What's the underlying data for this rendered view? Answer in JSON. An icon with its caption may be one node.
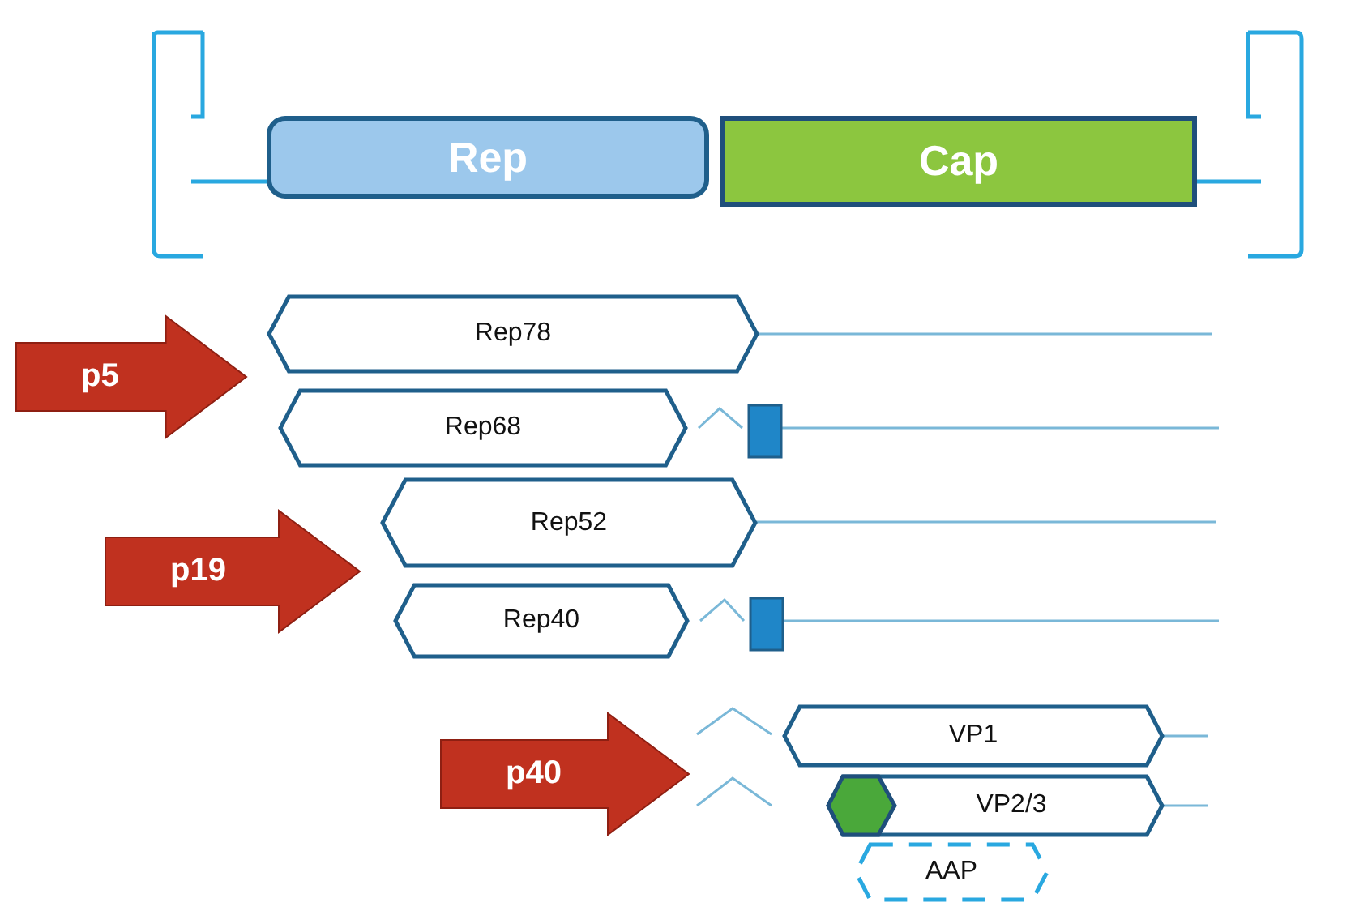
{
  "diagram": {
    "nodes": [
      {
        "text": [
          "Rep"
        ]
      },
      {
        "text": [
          "Cap"
        ]
      },
      {
        "text": [
          "p5"
        ]
      },
      {
        "text": [
          "Rep78"
        ]
      },
      {
        "text": [
          "Rep68"
        ]
      },
      {
        "text": [
          "p19"
        ]
      },
      {
        "text": [
          "Rep52"
        ]
      },
      {
        "text": [
          "Rep40"
        ]
      },
      {
        "text": [
          "p40"
        ]
      },
      {
        "text": [
          "VP1"
        ]
      },
      {
        "text": [
          "VP2/3"
        ]
      },
      {
        "text": [
          "AAP"
        ]
      }
    ]
  }
}
